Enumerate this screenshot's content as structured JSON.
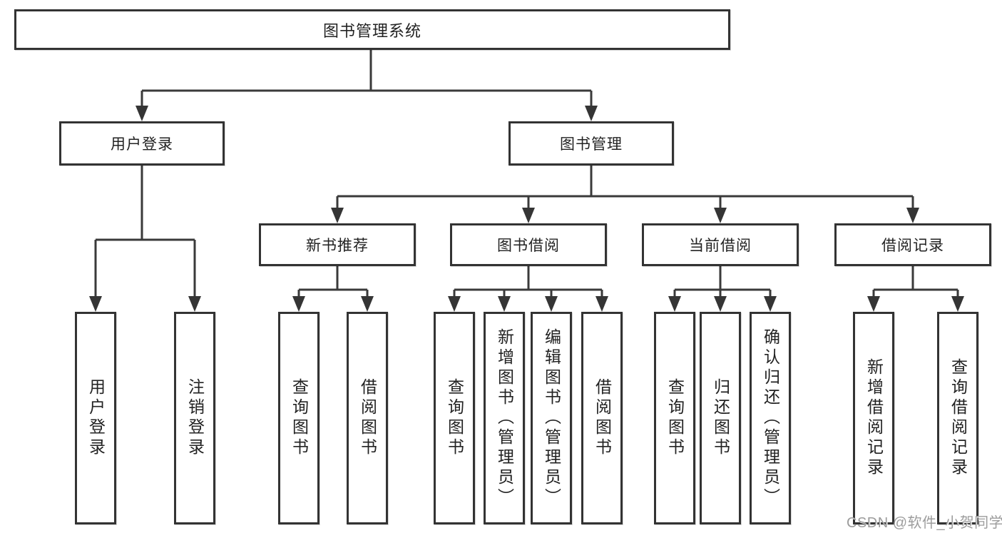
{
  "tree": {
    "root": {
      "label": "图书管理系统"
    },
    "branches": [
      {
        "label": "用户登录",
        "children": [
          {
            "label": "用户登录"
          },
          {
            "label": "注销登录"
          }
        ]
      },
      {
        "label": "图书管理",
        "children": [
          {
            "label": "新书推荐",
            "children": [
              {
                "label": "查询图书"
              },
              {
                "label": "借阅图书"
              }
            ]
          },
          {
            "label": "图书借阅",
            "children": [
              {
                "label": "查询图书"
              },
              {
                "label": "新增图书（管理员）"
              },
              {
                "label": "编辑图书（管理员）"
              },
              {
                "label": "借阅图书"
              }
            ]
          },
          {
            "label": "当前借阅",
            "children": [
              {
                "label": "查询图书"
              },
              {
                "label": "归还图书"
              },
              {
                "label": "确认归还（管理员）"
              }
            ]
          },
          {
            "label": "借阅记录",
            "children": [
              {
                "label": "新增借阅记录"
              },
              {
                "label": "查询借阅记录"
              }
            ]
          }
        ]
      }
    ]
  },
  "watermark": {
    "text": "CSDN @软件_小贺同学"
  },
  "colors": {
    "line": "#3a3a3a",
    "box_border": "#333333",
    "text": "#222222",
    "watermark": "#9c9c9c",
    "background": "#ffffff"
  }
}
